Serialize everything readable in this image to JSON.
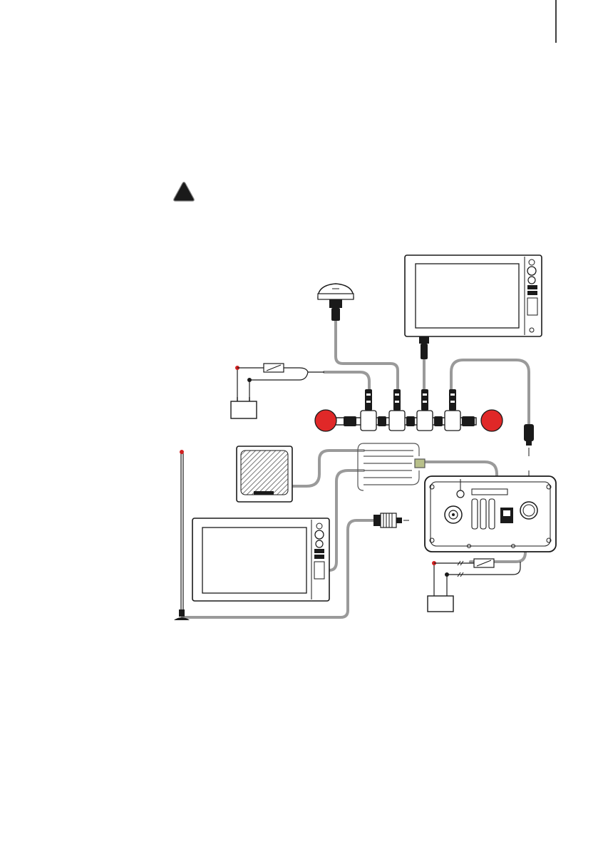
{
  "page": {
    "background": "#ffffff",
    "warning_icon": "warning-triangle-icon"
  },
  "colors": {
    "line": "#1a1a1a",
    "cable": "#9a9a9a",
    "terminator": "#e02828",
    "power_positive": "#d02020",
    "speaker_mesh": "#777777",
    "device_body": "#ffffff"
  },
  "components": [
    {
      "id": "gps-antenna",
      "icon": "gps-antenna-icon"
    },
    {
      "id": "mfd-top",
      "icon": "multifunction-display-icon"
    },
    {
      "id": "mfd-bottom",
      "icon": "multifunction-display-icon"
    },
    {
      "id": "nmea-backbone",
      "icon": "network-backbone-icon"
    },
    {
      "id": "terminator-left",
      "icon": "terminator-icon"
    },
    {
      "id": "terminator-right",
      "icon": "terminator-icon"
    },
    {
      "id": "network-battery",
      "icon": "battery-icon"
    },
    {
      "id": "radio-battery",
      "icon": "battery-icon"
    },
    {
      "id": "speaker",
      "icon": "speaker-icon"
    },
    {
      "id": "vhf-antenna",
      "icon": "vhf-antenna-icon"
    },
    {
      "id": "vhf-radio",
      "icon": "vhf-radio-rear-icon"
    },
    {
      "id": "handset-connector",
      "icon": "connector-icon"
    }
  ]
}
